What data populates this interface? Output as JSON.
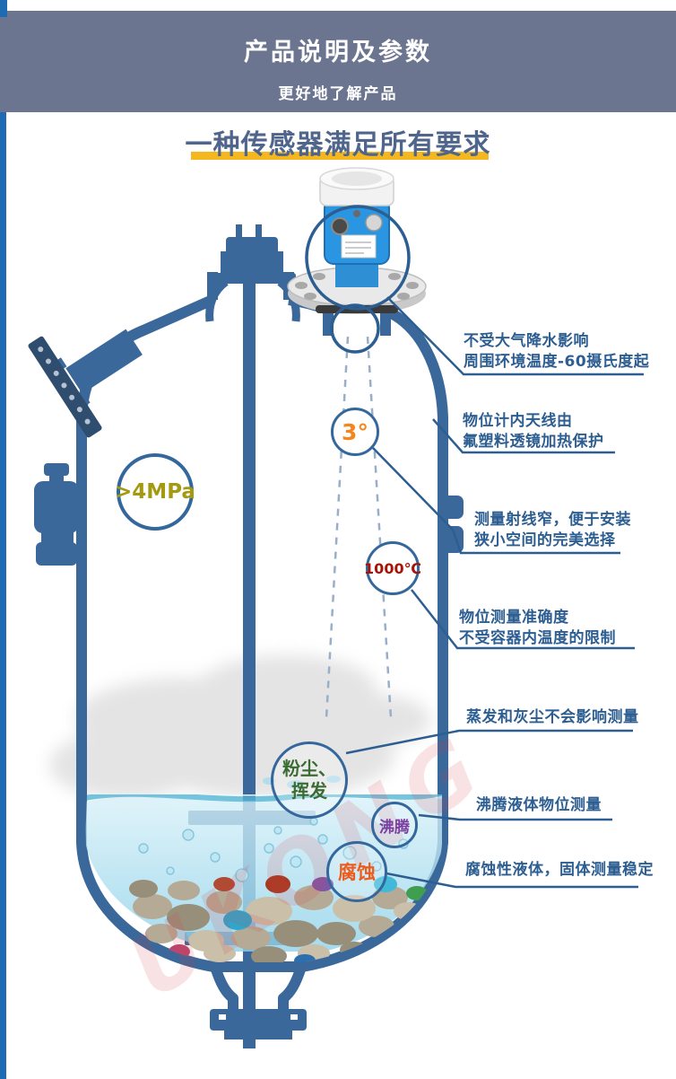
{
  "header": {
    "title": "产品说明及参数",
    "subtitle": "更好地了解产品",
    "bg_color": "#6b7590"
  },
  "section": {
    "title": "一种传感器满足所有要求",
    "title_color": "#50658c",
    "highlight_color": "#f4b71f"
  },
  "badges": {
    "pressure": ">4MPa",
    "beam_angle": "3°",
    "temperature": "1000℃",
    "dust_line1": "粉尘、",
    "dust_line2": "挥发",
    "boiling": "沸腾",
    "corrosion": "腐蚀"
  },
  "badge_colors": {
    "pressure": "#a39a12",
    "beam_angle": "#f5861f",
    "temperature": "#a61408",
    "dust": "#3a6b33",
    "boiling": "#7b3fa0",
    "corrosion": "#eb5c1e"
  },
  "annotations": [
    {
      "line1": "不受大气降水影响",
      "line2": "周围环境温度-60摄氏度起"
    },
    {
      "line1": "物位计内天线由",
      "line2": "氟塑料透镜加热保护"
    },
    {
      "line1": "测量射线窄，便于安装",
      "line2": "狭小空间的完美选择"
    },
    {
      "line1": "物位测量准确度",
      "line2": "不受容器内温度的限制"
    },
    {
      "line1": "蒸发和灰尘不会影响测量"
    },
    {
      "line1": "沸腾液体物位测量"
    },
    {
      "line1": "腐蚀性液体，固体测量稳定"
    }
  ],
  "watermark": "UKONG",
  "diagram_colors": {
    "tank_outline": "#3a689b",
    "annotation_blue": "#2d5e91",
    "accent_strip": "#1e6ab3",
    "water": "#8ed1e8"
  }
}
